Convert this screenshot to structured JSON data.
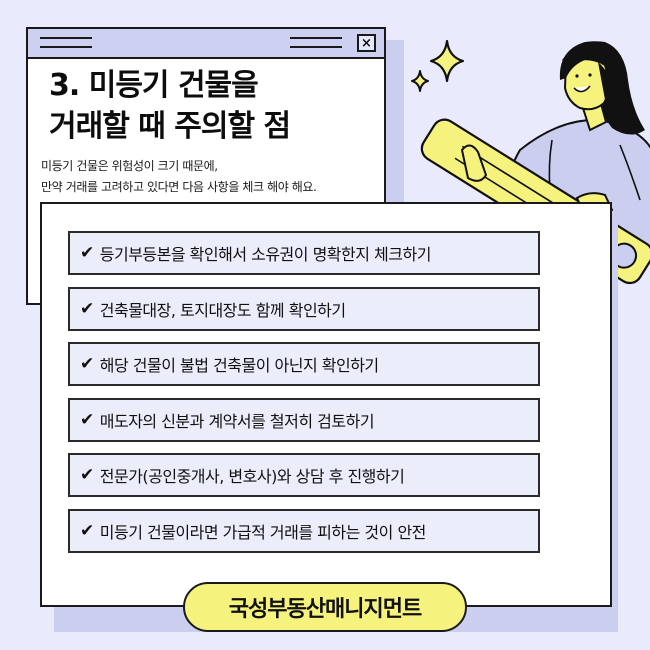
{
  "colors": {
    "background": "#E9EBFC",
    "shadow": "#CBCEEF",
    "titlebar": "#CDD0F0",
    "item_fill": "#EBEDFB",
    "accent_yellow": "#F6F27E",
    "outline": "#1A1A1A"
  },
  "back_window": {
    "close_icon": "×",
    "title_lines": [
      "3. 미등기 건물을",
      "거래할 때 주의할 점"
    ],
    "subtitle_lines": [
      "미등기 건물은 위험성이 크기 때문에,",
      "만약 거래를 고려하고 있다면 다음 사항을 체크 해야 해요."
    ]
  },
  "checklist": {
    "check_icon": "✔",
    "items": [
      "등기부등본을 확인해서 소유권이 명확한지 체크하기",
      "건축물대장, 토지대장도 함께 확인하기",
      "해당 건물이 불법 건축물이 아닌지 확인하기",
      "매도자의 신분과 계약서를 철저히 검토하기",
      "전문가(공인중개사, 변호사)와 상담 후 진행하기",
      "미등기 건물이라면 가급적 거래를 피하는 것이 안전"
    ]
  },
  "brand": {
    "name": "국성부동산매니지먼트"
  }
}
